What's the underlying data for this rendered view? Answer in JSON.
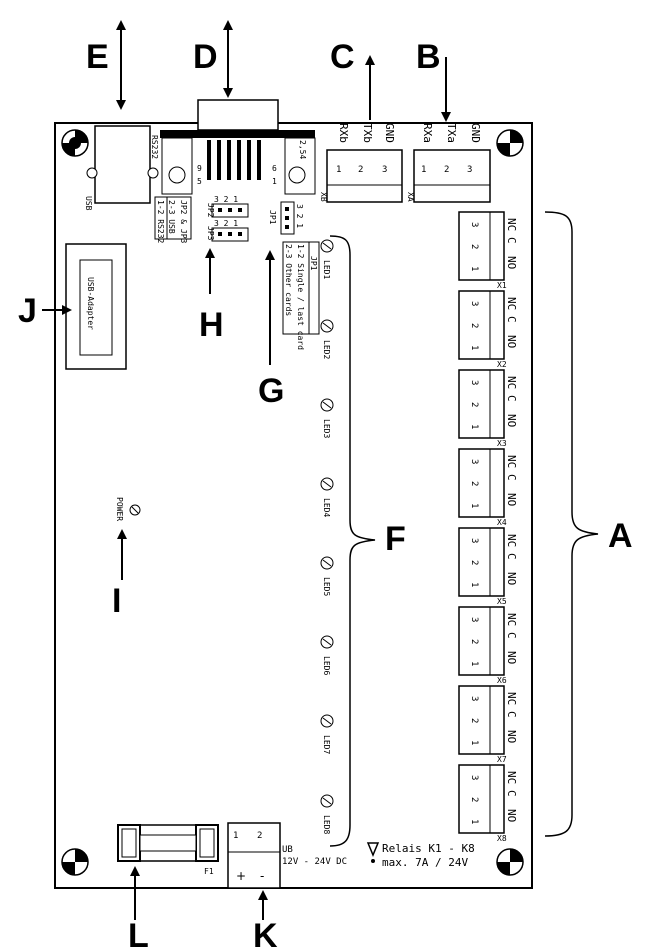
{
  "callouts": {
    "A": "A",
    "B": "B",
    "C": "C",
    "D": "D",
    "E": "E",
    "F": "F",
    "G": "G",
    "H": "H",
    "I": "I",
    "J": "J",
    "K": "K",
    "L": "L"
  },
  "ports": {
    "usb": "USB",
    "rs232": "RS232",
    "pitch": "2,54",
    "sub_d_pins_top": "9",
    "sub_d_pins_bottom": "5",
    "sub_d_pins_top_right": "6",
    "sub_d_pins_bottom_right": "1"
  },
  "serial_b": {
    "labels": [
      "RXb",
      "TXb",
      "GND"
    ],
    "pins": [
      "1",
      "2",
      "3"
    ],
    "name": "XB"
  },
  "serial_a": {
    "labels": [
      "RXa",
      "TXa",
      "GND"
    ],
    "pins": [
      "1",
      "2",
      "3"
    ],
    "name": "XA"
  },
  "jumper_table_23": {
    "title": "JP2 & JP3",
    "rows": [
      "2-3 USB",
      "1-2 RS232"
    ]
  },
  "jp2": {
    "name": "JP2",
    "pins": "3 2 1"
  },
  "jp3": {
    "name": "JP3",
    "pins": "3 2 1"
  },
  "jp1": {
    "name": "JP1",
    "pins": "3 2 1"
  },
  "jp1_table": {
    "title": "JP1",
    "rows": [
      "1-2 Single / last card",
      "2-3 Other cards"
    ]
  },
  "usb_adapter": "USB-Adapter",
  "power_led": "POWER",
  "leds": [
    "LED1",
    "LED2",
    "LED3",
    "LED4",
    "LED5",
    "LED6",
    "LED7",
    "LED8"
  ],
  "relays": {
    "contact_labels": [
      "NC",
      "C",
      "NO"
    ],
    "pins": [
      "3",
      "2",
      "1"
    ],
    "names": [
      "X1",
      "X2",
      "X3",
      "X4",
      "X5",
      "X6",
      "X7",
      "X8"
    ]
  },
  "fuse": "F1",
  "power_in": {
    "pins": [
      "1",
      "2"
    ],
    "name": "UB",
    "voltage": "12V - 24V DC",
    "plus": "+",
    "minus": "-"
  },
  "relay_note": {
    "line1": "Relais K1 - K8",
    "line2": "max. 7A / 24V"
  }
}
